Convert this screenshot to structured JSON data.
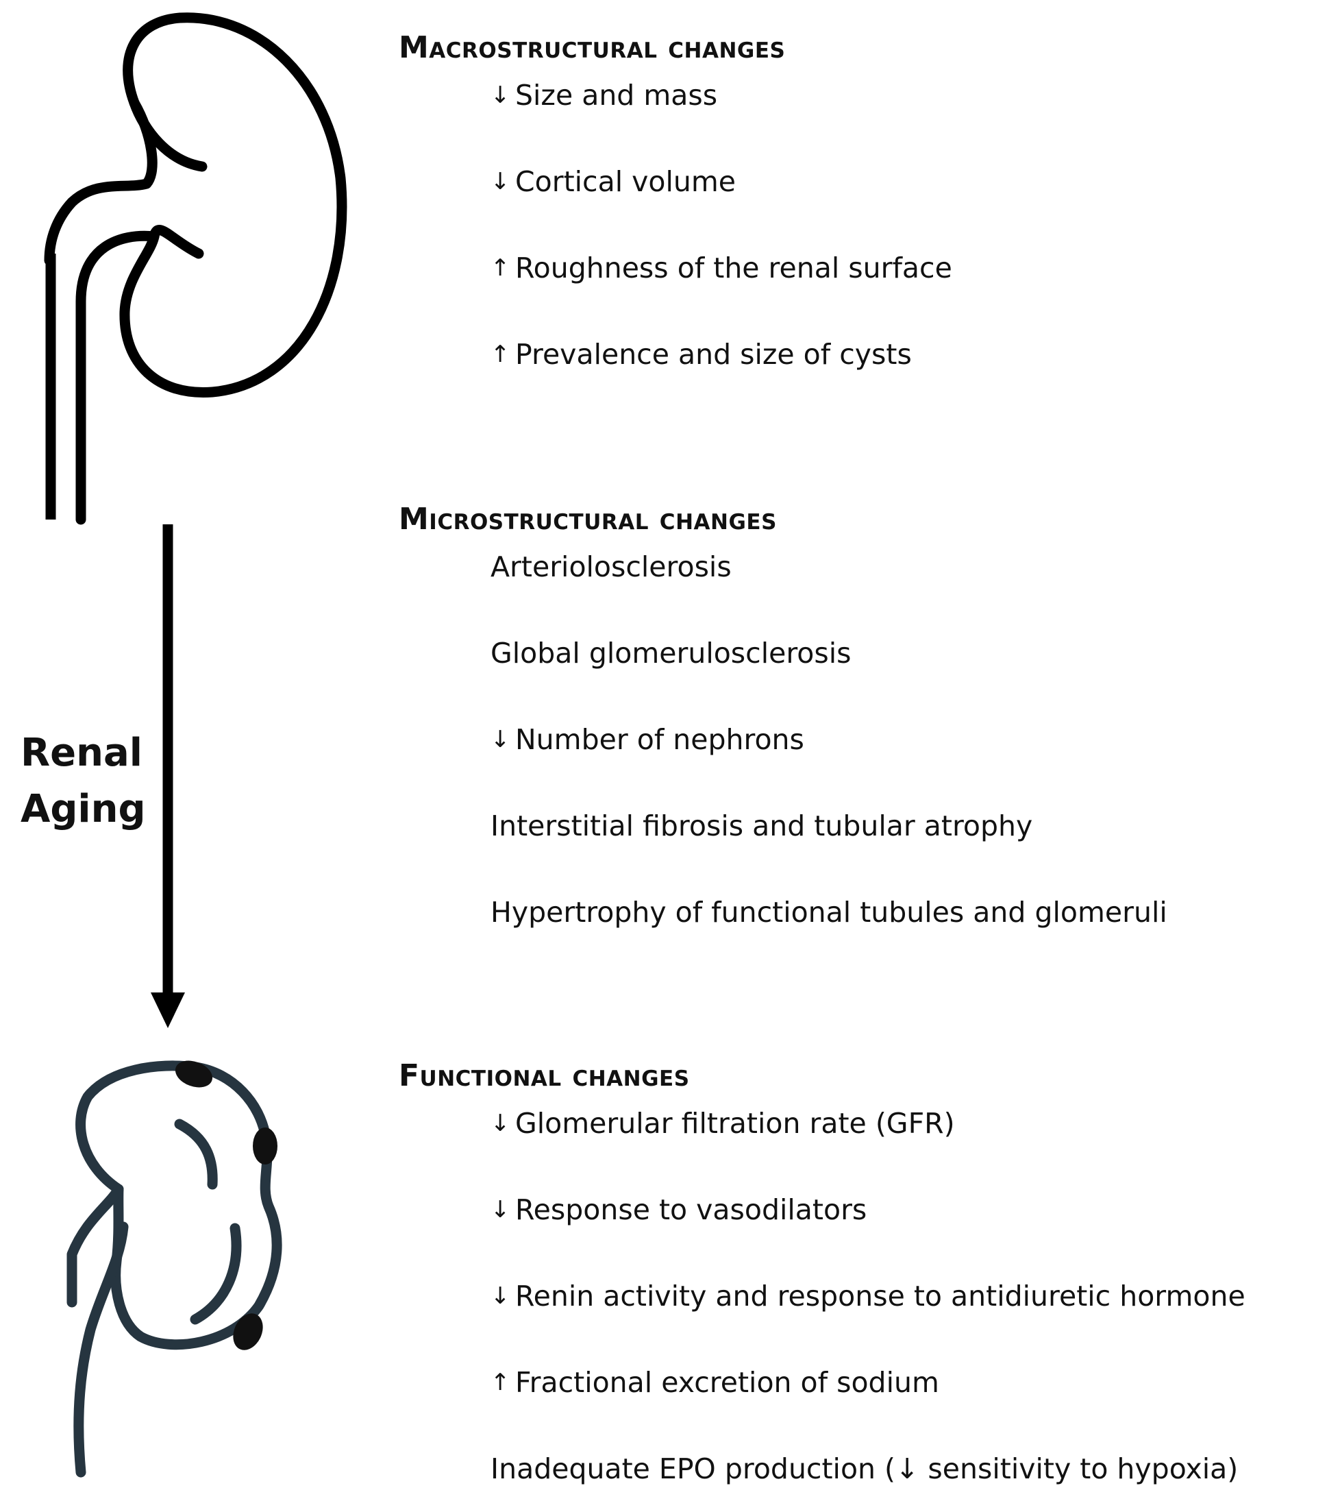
{
  "diagram": {
    "side_label_line1": "Renal",
    "side_label_line2": "Aging",
    "colors": {
      "outline": "#000000",
      "aged_kidney": "#263540",
      "text": "#111111"
    },
    "icons": [
      "healthy-kidney-icon",
      "aging-arrow-icon",
      "aged-kidney-icon"
    ]
  },
  "sections": [
    {
      "heading": "Macrostructural changes",
      "items": [
        {
          "arrow": "↓",
          "text": "Size and mass"
        },
        {
          "arrow": "↓",
          "text": "Cortical volume"
        },
        {
          "arrow": "↑",
          "text": "Roughness of the renal surface"
        },
        {
          "arrow": "↑",
          "text": "Prevalence and size of cysts"
        }
      ]
    },
    {
      "heading": "Microstructural changes",
      "items": [
        {
          "arrow": "",
          "text": "Arteriolosclerosis"
        },
        {
          "arrow": "",
          "text": "Global glomerulosclerosis"
        },
        {
          "arrow": "↓",
          "text": "Number of nephrons"
        },
        {
          "arrow": "",
          "text": "Interstitial fibrosis and tubular atrophy"
        },
        {
          "arrow": "",
          "text": "Hypertrophy of functional tubules and glomeruli"
        }
      ]
    },
    {
      "heading": "Functional changes",
      "items": [
        {
          "arrow": "↓",
          "text": "Glomerular filtration rate (GFR)"
        },
        {
          "arrow": "↓",
          "text": "Response to vasodilators"
        },
        {
          "arrow": "↓",
          "text": "Renin activity and response to antidiuretic hormone"
        },
        {
          "arrow": "↑",
          "text": "Fractional excretion of sodium"
        },
        {
          "arrow": "",
          "text": "Inadequate EPO production (↓ sensitivity to hypoxia)"
        }
      ]
    }
  ]
}
